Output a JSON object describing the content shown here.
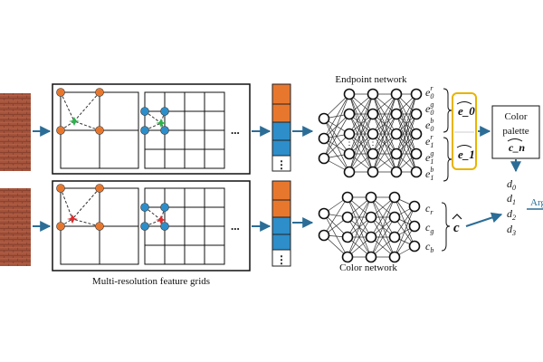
{
  "labels": {
    "feature_grids": "Multi-resolution feature grids",
    "endpoint_network": "Endpoint network",
    "color_network": "Color network",
    "palette_line1": "Color",
    "palette_line2": "palette",
    "palette_symbol": "c_n",
    "endpoint_hat_0": "e_0",
    "endpoint_hat_1": "e_1",
    "color_hat": "c",
    "argmin_partial": "Arg",
    "ellipsis": "...",
    "vertical_ellipsis": "⋮"
  },
  "endpoint_outputs": [
    {
      "base": "e",
      "sub": "0",
      "sup": "r"
    },
    {
      "base": "e",
      "sub": "0",
      "sup": "g"
    },
    {
      "base": "e",
      "sub": "0",
      "sup": "b"
    },
    {
      "base": "e",
      "sub": "1",
      "sup": "r"
    },
    {
      "base": "e",
      "sub": "1",
      "sup": "g"
    },
    {
      "base": "e",
      "sub": "1",
      "sup": "b"
    }
  ],
  "color_outputs": [
    {
      "base": "c",
      "sub": "r"
    },
    {
      "base": "c",
      "sub": "g"
    },
    {
      "base": "c",
      "sub": "b"
    }
  ],
  "distances": [
    {
      "base": "d",
      "sub": "0"
    },
    {
      "base": "d",
      "sub": "1"
    },
    {
      "base": "d",
      "sub": "2"
    },
    {
      "base": "d",
      "sub": "3"
    }
  ],
  "colors": {
    "arrow": "#2b6d96",
    "orange_node": "#e8772e",
    "blue_node": "#2d8ec9",
    "green_point": "#2bb34a",
    "red_point": "#e02a2a",
    "highlight_frame": "#e8b400",
    "brick": "#a5533b"
  }
}
